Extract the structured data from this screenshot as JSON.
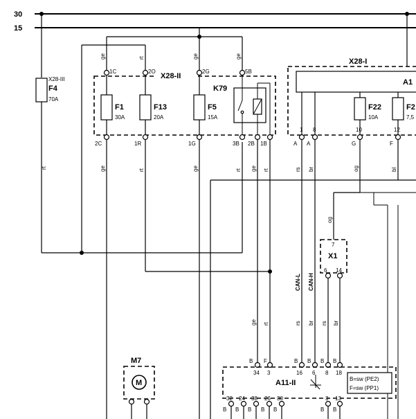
{
  "bus": {
    "b30": "30",
    "b15": "15"
  },
  "fuse_panel": {
    "name": "X28-II",
    "pins_top": [
      "1C",
      "2O",
      "2G",
      "5B"
    ],
    "pins_bottom": [
      "2C",
      "1R",
      "1G",
      "3B",
      "2B",
      "1B"
    ],
    "wire_top": [
      "ge",
      "rt",
      "ge",
      "ge"
    ],
    "wire_bottom": [
      "ge",
      "rt",
      "ge",
      "rt",
      "ge",
      "rt"
    ],
    "fuses": [
      {
        "name": "F1",
        "rating": "30A"
      },
      {
        "name": "F13",
        "rating": "20A"
      },
      {
        "name": "F5",
        "rating": "15A"
      }
    ],
    "relay": "K79"
  },
  "fuse_f4": {
    "connector": "X28-III",
    "name": "F4",
    "rating": "70A",
    "wire": "rt"
  },
  "panel_x28i": {
    "name": "X28-I",
    "module": "A1",
    "pins": [
      "1",
      "8",
      "10",
      "12"
    ],
    "pin_letters": [
      "A",
      "A",
      "G",
      "F"
    ],
    "wires": [
      "rs",
      "br",
      "og",
      "bl"
    ],
    "fuses": [
      {
        "name": "F22",
        "rating": "10A"
      },
      {
        "name": "F2",
        "rating": "7,5"
      }
    ]
  },
  "can": {
    "low": "CAN-L",
    "high": "CAN-H"
  },
  "connector_x1": {
    "name": "X1",
    "pin_top": "7",
    "pins": [
      "6",
      "14"
    ],
    "wire_top": "og"
  },
  "mid_wires": [
    "ge",
    "rt",
    "rs",
    "br",
    "rs",
    "br"
  ],
  "module_a11": {
    "name": "A11-II",
    "pins_top": [
      "34",
      "3",
      "16",
      "6",
      "8",
      "18"
    ],
    "letters_top": [
      "B",
      "F",
      "B",
      "B",
      "B",
      "B"
    ],
    "pins_bottom": [
      "32",
      "24",
      "38",
      "26",
      "30",
      "3",
      "13"
    ],
    "letters_bottom": [
      "B",
      "B",
      "B",
      "B",
      "B",
      "B",
      "B"
    ],
    "legend_1": "B=sw (PE2)",
    "legend_2": "F=sw (PP1)"
  },
  "motor": {
    "name": "M7",
    "symbol": "M"
  }
}
